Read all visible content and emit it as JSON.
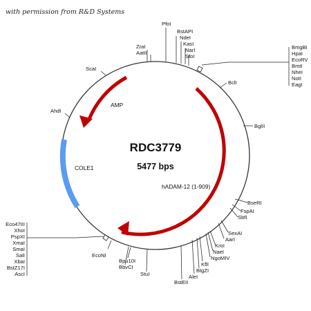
{
  "credit": "with permission from R&D Systems",
  "plasmid": {
    "name": "RDC3779",
    "size": "5477 bps"
  },
  "features": {
    "amp": "AMP",
    "cole1": "COLE1",
    "insert": "hADAM-12 (1-909)"
  },
  "colors": {
    "arrow": "#c00000",
    "ori": "#5b9bf2",
    "backbone": "#333333"
  },
  "sites": {
    "top": [
      "PfoI",
      "BstAPI",
      "NdeI",
      "KasI",
      "NarI",
      "SfoI",
      "ZraI",
      "AatII",
      "ScaI"
    ],
    "right_cluster": [
      "BmgBI",
      "HpaI",
      "EcoRV",
      "BmtI",
      "NheI",
      "NotI",
      "EagI"
    ],
    "right": [
      "BclI",
      "BglII",
      "BseRI",
      "FspAI",
      "SbfI",
      "SexAI",
      "AarI",
      "KroI",
      "NaeI",
      "NgoMIV",
      "KflI",
      "BtgZI"
    ],
    "bottom": [
      "AleI",
      "BstEII",
      "StuI",
      "Bpu10I",
      "BbvCI",
      "EcoNI"
    ],
    "left_cluster": [
      "Eco47III",
      "XhoI",
      "PspXI",
      "XmaI",
      "SmaI",
      "SalI",
      "XbaI",
      "BstZ17I",
      "AscI"
    ],
    "left": [
      "AhdI"
    ]
  }
}
